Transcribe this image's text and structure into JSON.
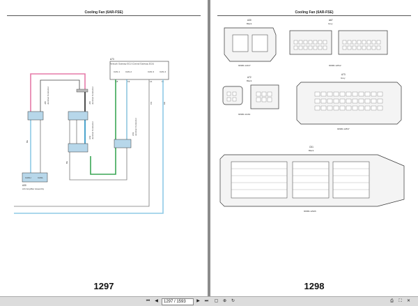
{
  "left_page": {
    "title": "Cooling Fan (6AR-FSE)",
    "page_number": "1297",
    "components": {
      "ecu_id": "A73",
      "ecu_name": "Network Gateway ECU (Central Gateway ECU)",
      "ecu_pins": [
        "CAN-1",
        "CAN-2",
        "CAN-3",
        "CAN-4"
      ],
      "ecu_pin_nums": [
        "18",
        "19",
        "14",
        "15"
      ],
      "amp_id": "A30",
      "amp_name": "A/C Amplifier Assembly",
      "amp_pins": [
        "CANH",
        "CANL"
      ],
      "jc1_id": "J65",
      "jc1_name": "Junction Connector",
      "jc2_id": "J66",
      "jc2_name": "Junction Connector",
      "jc3_id": "A62",
      "jc3_name": "Junction Connector",
      "jc4_id": "A63",
      "jc4_name": "Junction Connector",
      "wire_labels": [
        "BE",
        "BE",
        "EE",
        "CK"
      ]
    },
    "colors": {
      "pink": "#e57aa8",
      "skyblue": "#8ecae6",
      "green": "#3aa655",
      "blue": "#1f8dbf",
      "black": "#222222"
    }
  },
  "right_page": {
    "title": "Cooling Fan (6AR-FSE)",
    "page_number": "1298",
    "connectors": [
      {
        "id": "A30",
        "color": "Black",
        "part": "90980-12227"
      },
      {
        "id": "A67",
        "color": "Grey",
        "part": "90980-12812"
      },
      {
        "id": "A72",
        "color": "Black",
        "part": "90980-11164"
      },
      {
        "id": "A73",
        "color": "Grey",
        "part": "90980-12837"
      },
      {
        "id": "C51",
        "color": "Black",
        "part": "90980-12926"
      }
    ]
  },
  "toolbar": {
    "first_icon": "skip-first-icon",
    "prev_icon": "previous-page-icon",
    "page_value": "1297 / 1593",
    "next_icon": "next-page-icon",
    "last_icon": "skip-last-icon",
    "zoom_icons": [
      "fit-page-icon",
      "zoom-icon",
      "rotate-icon"
    ],
    "right_icons": [
      "print-icon",
      "fullscreen-icon",
      "close-icon"
    ]
  }
}
